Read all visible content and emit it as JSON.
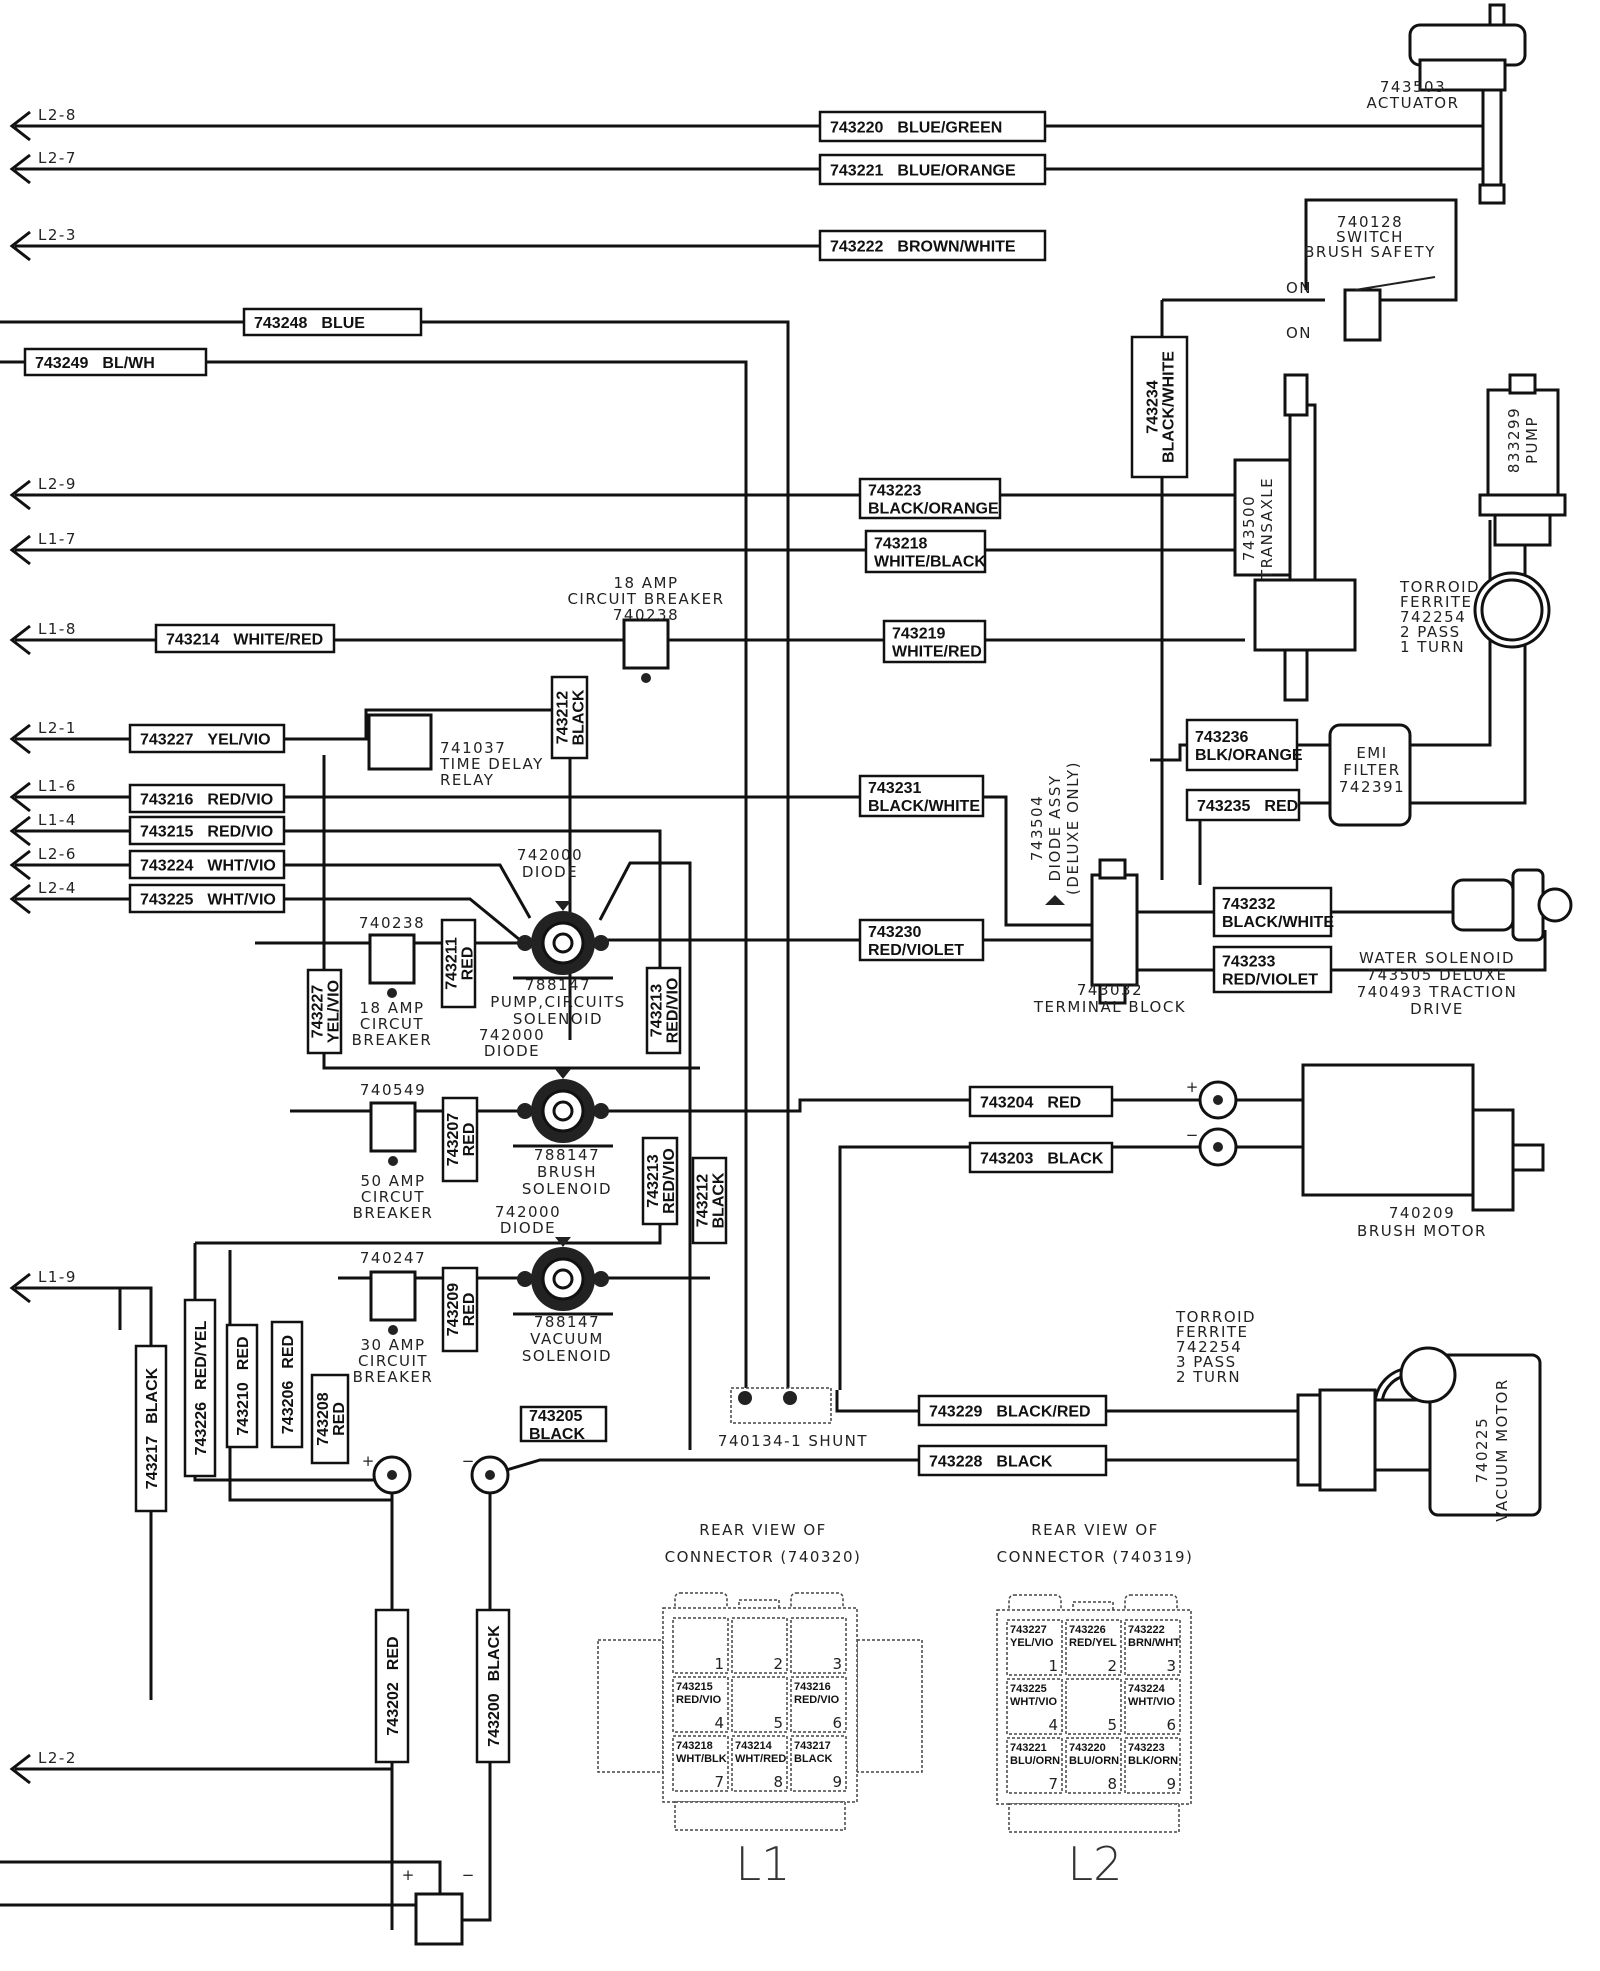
{
  "harness_connectors": [
    {
      "label": "L2-8"
    },
    {
      "label": "L2-7"
    },
    {
      "label": "L2-3"
    },
    {
      "label": "L2-9"
    },
    {
      "label": "L1-7"
    },
    {
      "label": "L1-8"
    },
    {
      "label": "L2-1"
    },
    {
      "label": "L1-6"
    },
    {
      "label": "L1-4"
    },
    {
      "label": "L2-6"
    },
    {
      "label": "L2-4"
    },
    {
      "label": "L1-9"
    },
    {
      "label": "L2-2"
    }
  ],
  "wire_labels": [
    {
      "part": "743220",
      "color": "BLUE/GREEN"
    },
    {
      "part": "743221",
      "color": "BLUE/ORANGE"
    },
    {
      "part": "743222",
      "color": "BROWN/WHITE"
    },
    {
      "part": "743248",
      "color": "BLUE"
    },
    {
      "part": "743249",
      "color": "BL/WH"
    },
    {
      "part": "743234",
      "color": "BLACK/WHITE"
    },
    {
      "part": "743223",
      "color": "BLACK/ORANGE"
    },
    {
      "part": "743218",
      "color": "WHITE/BLACK"
    },
    {
      "part": "743219",
      "color": "WHITE/RED"
    },
    {
      "part": "743214",
      "color": "WHITE/RED"
    },
    {
      "part": "743212",
      "color": "BLACK"
    },
    {
      "part": "743227",
      "color": "YEL/VIO"
    },
    {
      "part": "743216",
      "color": "RED/VIO"
    },
    {
      "part": "743215",
      "color": "RED/VIO"
    },
    {
      "part": "743224",
      "color": "WHT/VIO"
    },
    {
      "part": "743225",
      "color": "WHT/VIO"
    },
    {
      "part": "743231",
      "color": "BLACK/WHITE"
    },
    {
      "part": "743236",
      "color": "BLK/ORANGE"
    },
    {
      "part": "743235",
      "color": "RED"
    },
    {
      "part": "743232",
      "color": "BLACK/WHITE"
    },
    {
      "part": "743233",
      "color": "RED/VIOLET"
    },
    {
      "part": "743230",
      "color": "RED/VIOLET"
    },
    {
      "part": "743211",
      "color": "RED"
    },
    {
      "part": "743227",
      "color": "YEL/VIO"
    },
    {
      "part": "743213",
      "color": "RED/VIO"
    },
    {
      "part": "743207",
      "color": "RED"
    },
    {
      "part": "743213",
      "color": "RED/VIO"
    },
    {
      "part": "743212",
      "color": "BLACK"
    },
    {
      "part": "743209",
      "color": "RED"
    },
    {
      "part": "743205",
      "color": "BLACK"
    },
    {
      "part": "743208",
      "color": "RED"
    },
    {
      "part": "743217",
      "color": "BLACK"
    },
    {
      "part": "743226",
      "color": "RED/YEL"
    },
    {
      "part": "743210",
      "color": "RED"
    },
    {
      "part": "743206",
      "color": "RED"
    },
    {
      "part": "743204",
      "color": "RED"
    },
    {
      "part": "743203",
      "color": "BLACK"
    },
    {
      "part": "743229",
      "color": "BLACK/RED"
    },
    {
      "part": "743228",
      "color": "BLACK"
    },
    {
      "part": "743202",
      "color": "RED"
    },
    {
      "part": "743200",
      "color": "BLACK"
    }
  ],
  "components": [
    {
      "lines": [
        "743503",
        "ACTUATOR"
      ]
    },
    {
      "lines": [
        "740128",
        "SWITCH",
        "BRUSH  SAFETY"
      ]
    },
    {
      "lines": [
        "ON"
      ]
    },
    {
      "lines": [
        "ON"
      ]
    },
    {
      "lines": [
        "743500",
        "TRANSAXLE"
      ]
    },
    {
      "lines": [
        "833299",
        "PUMP"
      ]
    },
    {
      "lines": [
        "TORROID",
        "FERRITE",
        "742254",
        "2  PASS",
        "1  TURN"
      ]
    },
    {
      "lines": [
        "18  AMP",
        "CIRCUIT  BREAKER",
        "740238"
      ]
    },
    {
      "lines": [
        "741037",
        "TIME  DELAY",
        "RELAY"
      ]
    },
    {
      "lines": [
        "743504",
        "DIODE  ASSY",
        "(DELUXE  ONLY)"
      ]
    },
    {
      "lines": [
        "743032",
        "TERMINAL  BLOCK"
      ]
    },
    {
      "lines": [
        "EMI",
        "FILTER",
        "742391"
      ]
    },
    {
      "lines": [
        "WATER  SOLENOID",
        "743505  DELUXE",
        "740493  TRACTION",
        "DRIVE"
      ]
    },
    {
      "lines": [
        "742000",
        "DIODE"
      ]
    },
    {
      "lines": [
        "740238"
      ]
    },
    {
      "lines": [
        "18  AMP",
        "CIRCUT",
        "BREAKER"
      ]
    },
    {
      "lines": [
        "788147",
        "PUMP,CIRCUITS",
        "SOLENOID"
      ]
    },
    {
      "lines": [
        "742000",
        "DIODE"
      ]
    },
    {
      "lines": [
        "740549"
      ]
    },
    {
      "lines": [
        "50  AMP",
        "CIRCUT",
        "BREAKER"
      ]
    },
    {
      "lines": [
        "788147",
        "BRUSH",
        "SOLENOID"
      ]
    },
    {
      "lines": [
        "742000",
        "DIODE"
      ]
    },
    {
      "lines": [
        "740247"
      ]
    },
    {
      "lines": [
        "30  AMP",
        "CIRCUIT",
        "BREAKER"
      ]
    },
    {
      "lines": [
        "788147",
        "VACUUM",
        "SOLENOID"
      ]
    },
    {
      "lines": [
        "740134-1  SHUNT"
      ]
    },
    {
      "lines": [
        "740209",
        "BRUSH  MOTOR"
      ]
    },
    {
      "lines": [
        "TORROID",
        "FERRITE",
        "742254",
        "3  PASS",
        "2  TURN"
      ]
    },
    {
      "lines": [
        "740225",
        "VACUUM  MOTOR"
      ]
    }
  ],
  "polarity_marks": [
    "+",
    "−",
    "+",
    "−",
    "+",
    "−"
  ],
  "connector_views": [
    {
      "title": [
        "REAR  VIEW  OF",
        "CONNECTOR  (740320)"
      ],
      "name": "L1",
      "cells": [
        {
          "pin": "1",
          "part": "",
          "color": ""
        },
        {
          "pin": "2",
          "part": "",
          "color": ""
        },
        {
          "pin": "3",
          "part": "",
          "color": ""
        },
        {
          "pin": "4",
          "part": "743215",
          "color": "RED/VIO"
        },
        {
          "pin": "5",
          "part": "",
          "color": ""
        },
        {
          "pin": "6",
          "part": "743216",
          "color": "RED/VIO"
        },
        {
          "pin": "7",
          "part": "743218",
          "color": "WHT/BLK"
        },
        {
          "pin": "8",
          "part": "743214",
          "color": "WHT/RED"
        },
        {
          "pin": "9",
          "part": "743217",
          "color": "BLACK"
        }
      ]
    },
    {
      "title": [
        "REAR  VIEW  OF",
        "CONNECTOR  (740319)"
      ],
      "name": "L2",
      "cells": [
        {
          "pin": "1",
          "part": "743227",
          "color": "YEL/VIO"
        },
        {
          "pin": "2",
          "part": "743226",
          "color": "RED/YEL"
        },
        {
          "pin": "3",
          "part": "743222",
          "color": "BRN/WHT"
        },
        {
          "pin": "4",
          "part": "743225",
          "color": "WHT/VIO"
        },
        {
          "pin": "5",
          "part": "",
          "color": ""
        },
        {
          "pin": "6",
          "part": "743224",
          "color": "WHT/VIO"
        },
        {
          "pin": "7",
          "part": "743221",
          "color": "BLU/ORN"
        },
        {
          "pin": "8",
          "part": "743220",
          "color": "BLU/ORN"
        },
        {
          "pin": "9",
          "part": "743223",
          "color": "BLK/ORN"
        }
      ]
    }
  ]
}
